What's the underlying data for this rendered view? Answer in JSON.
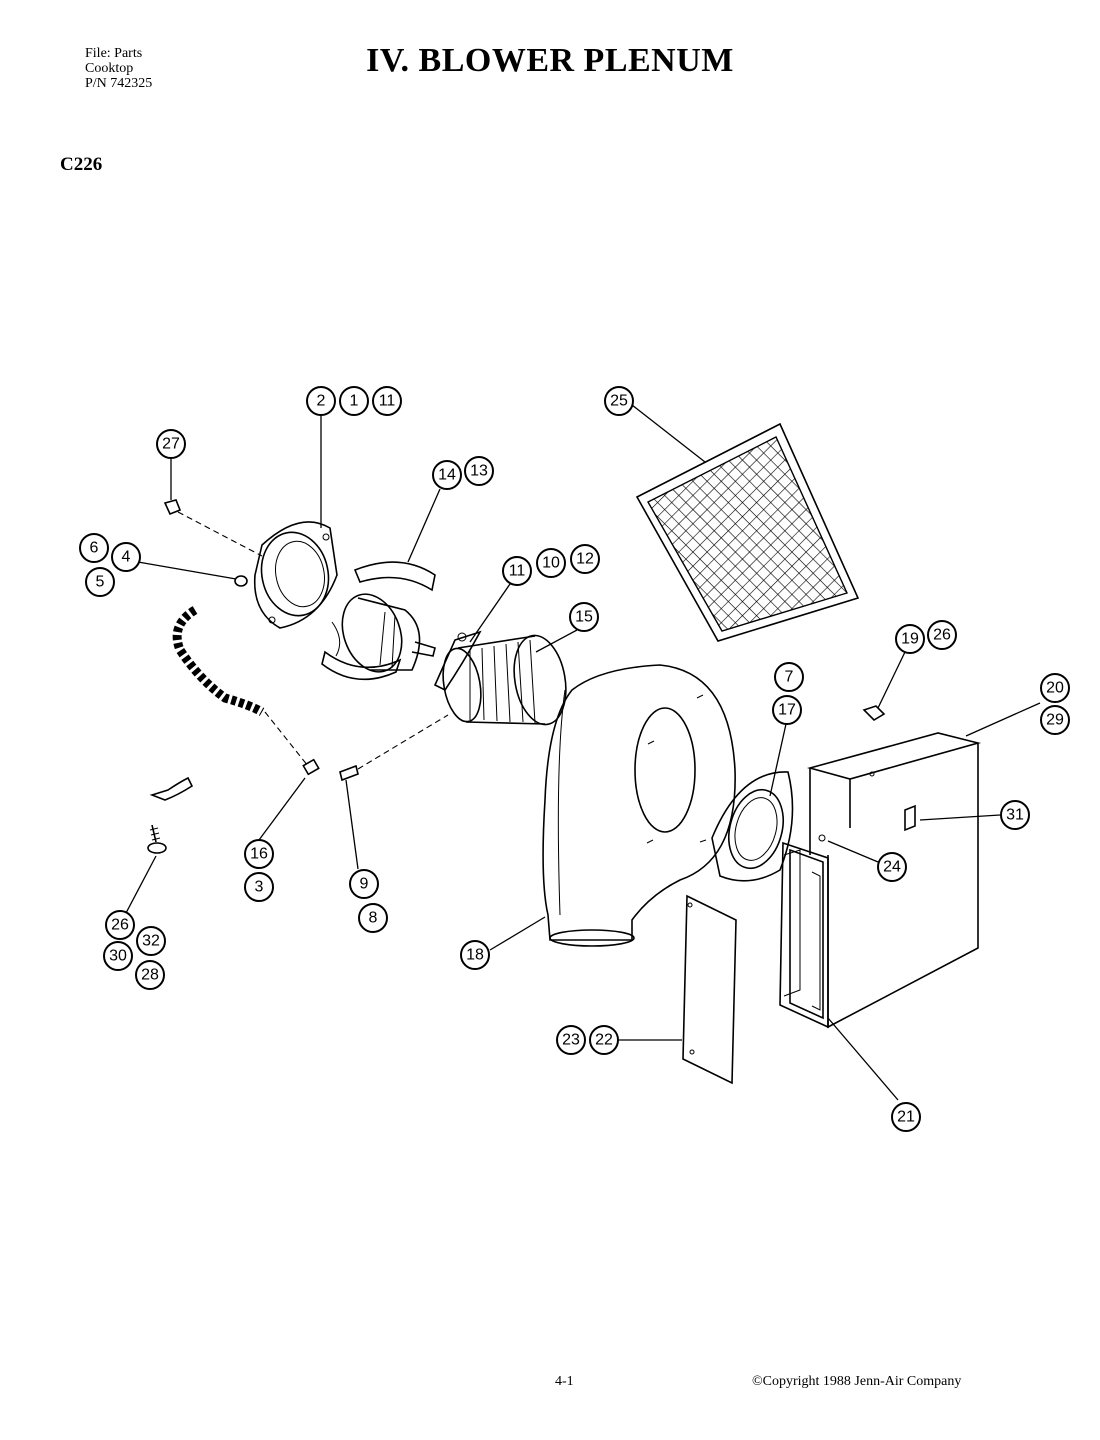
{
  "header": {
    "file_line1": "File: Parts",
    "file_line2": "Cooktop",
    "file_line3": "P/N 742325",
    "title": "IV.  BLOWER PLENUM",
    "model": "C226"
  },
  "footer": {
    "page": "4-1",
    "copyright": "©Copyright 1988 Jenn-Air Company"
  },
  "callouts": [
    {
      "id": "c-2",
      "label": "2"
    },
    {
      "id": "c-1",
      "label": "1"
    },
    {
      "id": "c-11a",
      "label": "11"
    },
    {
      "id": "c-27",
      "label": "27"
    },
    {
      "id": "c-14",
      "label": "14"
    },
    {
      "id": "c-13",
      "label": "13"
    },
    {
      "id": "c-6",
      "label": "6"
    },
    {
      "id": "c-4",
      "label": "4"
    },
    {
      "id": "c-5",
      "label": "5"
    },
    {
      "id": "c-11b",
      "label": "11"
    },
    {
      "id": "c-10",
      "label": "10"
    },
    {
      "id": "c-12",
      "label": "12"
    },
    {
      "id": "c-15",
      "label": "15"
    },
    {
      "id": "c-25",
      "label": "25"
    },
    {
      "id": "c-19",
      "label": "19"
    },
    {
      "id": "c-26a",
      "label": "26"
    },
    {
      "id": "c-7",
      "label": "7"
    },
    {
      "id": "c-17",
      "label": "17"
    },
    {
      "id": "c-20",
      "label": "20"
    },
    {
      "id": "c-29",
      "label": "29"
    },
    {
      "id": "c-31",
      "label": "31"
    },
    {
      "id": "c-24",
      "label": "24"
    },
    {
      "id": "c-16",
      "label": "16"
    },
    {
      "id": "c-3",
      "label": "3"
    },
    {
      "id": "c-9",
      "label": "9"
    },
    {
      "id": "c-8",
      "label": "8"
    },
    {
      "id": "c-26b",
      "label": "26"
    },
    {
      "id": "c-32",
      "label": "32"
    },
    {
      "id": "c-30",
      "label": "30"
    },
    {
      "id": "c-28",
      "label": "28"
    },
    {
      "id": "c-18",
      "label": "18"
    },
    {
      "id": "c-23",
      "label": "23"
    },
    {
      "id": "c-22",
      "label": "22"
    },
    {
      "id": "c-21",
      "label": "21"
    }
  ]
}
